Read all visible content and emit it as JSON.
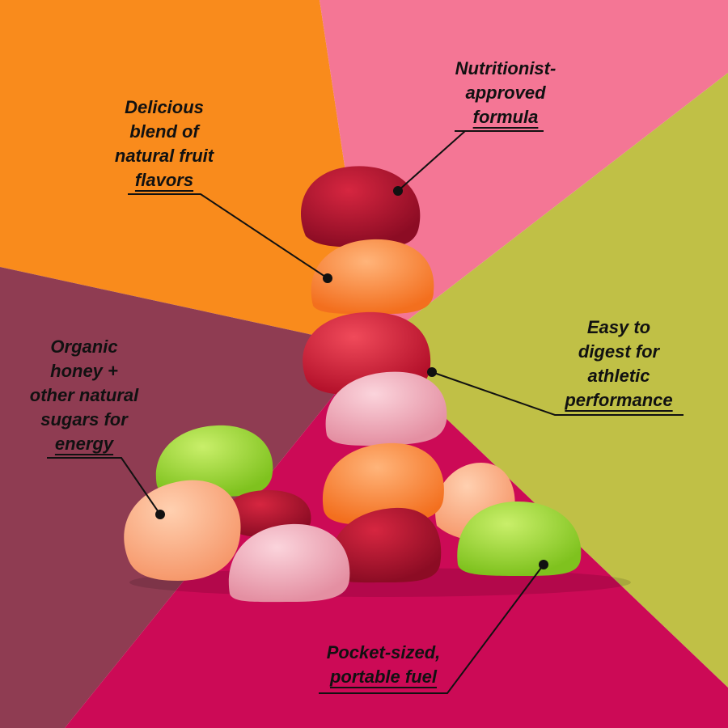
{
  "colors": {
    "orange": "#f98b1c",
    "pink": "#f47695",
    "lime": "#c0c046",
    "maroon": "#8f3c52",
    "magenta": "#cc0a56"
  },
  "callouts": {
    "flavors": {
      "lines": [
        "Delicious",
        "blend of",
        "natural fruit",
        "flavors"
      ]
    },
    "formula": {
      "lines": [
        "Nutritionist-",
        "approved",
        "formula"
      ]
    },
    "honey": {
      "lines": [
        "Organic",
        "honey +",
        "other natural",
        "sugars for",
        "energy"
      ]
    },
    "digest": {
      "lines": [
        "Easy to",
        "digest for",
        "athletic",
        "performance"
      ]
    },
    "portable": {
      "lines": [
        "Pocket-sized,",
        "portable fuel"
      ]
    }
  }
}
